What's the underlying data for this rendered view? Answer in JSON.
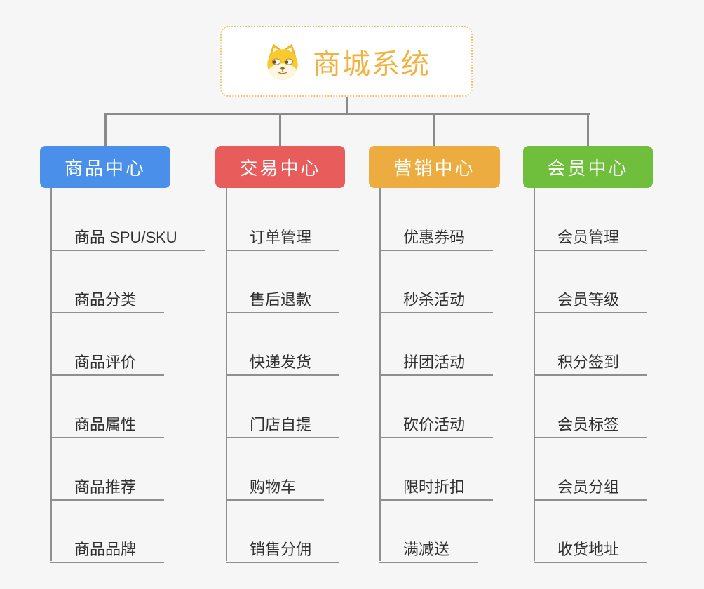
{
  "canvas": {
    "background": "#f6f6f6",
    "connector_color": "#8a8a8a",
    "underline_color": "#8f8f8f",
    "child_text_color": "#303030"
  },
  "root": {
    "title": "商城系统",
    "icon": "dog-face-icon",
    "title_color": "#f2b23f",
    "border_color": "#f3c16c",
    "background": "#ffffff"
  },
  "branches": [
    {
      "label": "商品中心",
      "color": "#4a8fea",
      "children": [
        "商品 SPU/SKU",
        "商品分类",
        "商品评价",
        "商品属性",
        "商品推荐",
        "商品品牌"
      ]
    },
    {
      "label": "交易中心",
      "color": "#e85d5b",
      "children": [
        "订单管理",
        "售后退款",
        "快递发货",
        "门店自提",
        "购物车",
        "销售分佣"
      ]
    },
    {
      "label": "营销中心",
      "color": "#edac3f",
      "children": [
        "优惠券码",
        "秒杀活动",
        "拼团活动",
        "砍价活动",
        "限时折扣",
        "满减送"
      ]
    },
    {
      "label": "会员中心",
      "color": "#6fbe3c",
      "children": [
        "会员管理",
        "会员等级",
        "积分签到",
        "会员标签",
        "会员分组",
        "收货地址"
      ]
    }
  ]
}
